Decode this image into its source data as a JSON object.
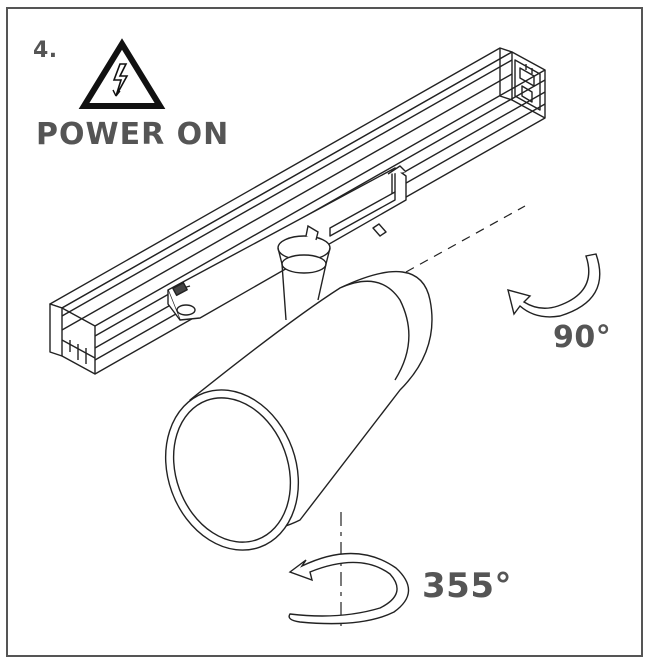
{
  "step_number": "4.",
  "warning": {
    "icon": "electric-hazard-triangle-icon",
    "label": "POWER ON"
  },
  "rotation": {
    "tilt_angle": "90°",
    "spin_angle": "355°"
  },
  "colors": {
    "line": "#222222",
    "text": "#555555",
    "frame": "#555555"
  }
}
